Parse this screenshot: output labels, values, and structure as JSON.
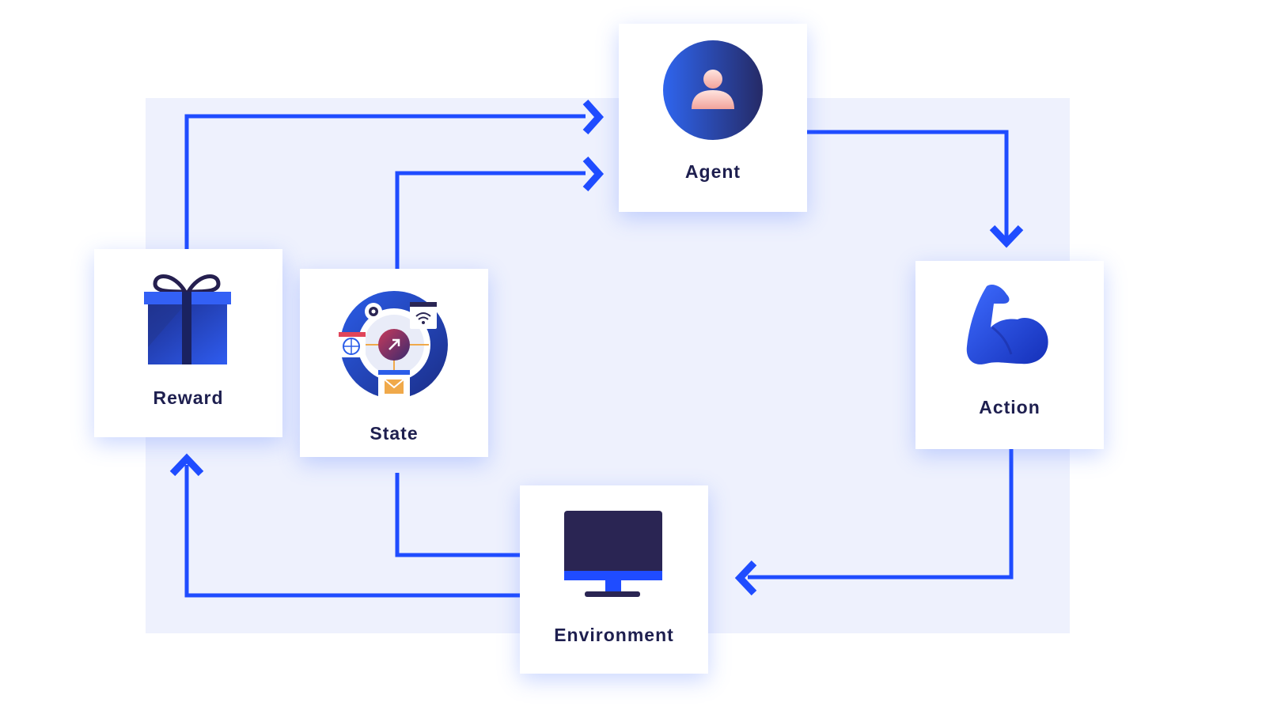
{
  "diagram": {
    "nodes": {
      "agent": {
        "label": "Agent",
        "icon": "agent-avatar-icon"
      },
      "action": {
        "label": "Action",
        "icon": "flexed-arm-icon"
      },
      "environment": {
        "label": "Environment",
        "icon": "monitor-icon"
      },
      "reward": {
        "label": "Reward",
        "icon": "gift-box-icon"
      },
      "state": {
        "label": "State",
        "icon": "state-network-icon"
      }
    },
    "edges": [
      {
        "from": "agent",
        "to": "action"
      },
      {
        "from": "action",
        "to": "environment"
      },
      {
        "from": "environment",
        "to": "reward"
      },
      {
        "from": "environment",
        "to": "state"
      },
      {
        "from": "reward",
        "to": "agent"
      },
      {
        "from": "state",
        "to": "agent"
      }
    ],
    "colors": {
      "connector": "#1f4cff",
      "backdrop": "#eef1fd",
      "label": "#1e1f4f",
      "card": "#ffffff"
    }
  }
}
